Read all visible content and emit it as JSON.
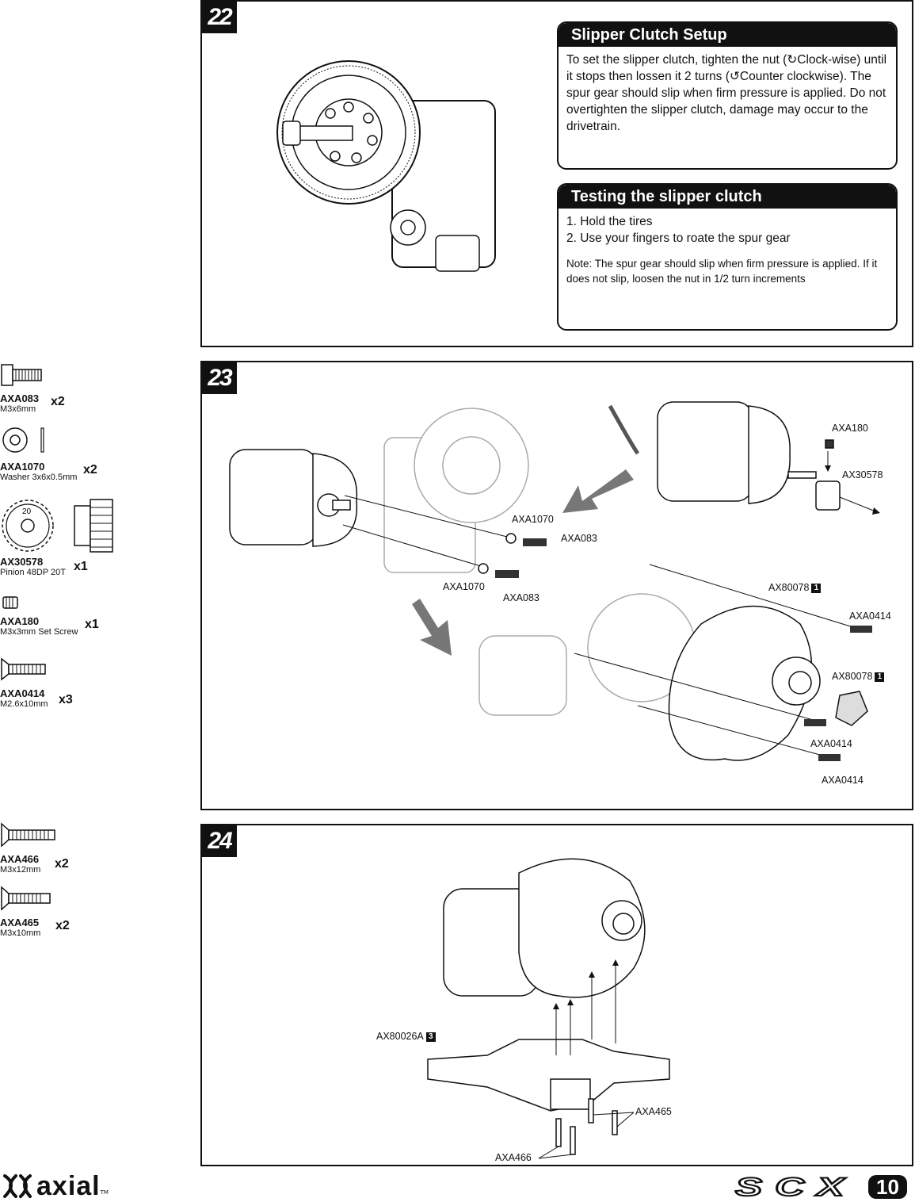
{
  "steps": {
    "s22": {
      "number": "22",
      "setup_title": "Slipper Clutch Setup",
      "setup_text": "To set the slipper clutch, tighten the nut (↻Clock-wise) until it stops then lossen it 2 turns (↺Counter clockwise).  The spur gear should slip when firm pressure is applied.  Do not overtighten the slipper clutch, damage may occur to the drivetrain.",
      "test_title": "Testing the slipper clutch",
      "test_steps": [
        "1. Hold the tires",
        "2. Use your fingers to roate the spur gear"
      ],
      "test_note": "Note: The spur gear should slip when firm pressure is applied.  If it does not slip, loosen the nut in 1/2 turn increments"
    },
    "s23": {
      "number": "23",
      "labels": {
        "axa180": "AXA180",
        "ax30578": "AX30578",
        "axa1070_a": "AXA1070",
        "axa083_a": "AXA083",
        "axa1070_b": "AXA1070",
        "axa083_b": "AXA083",
        "ax80078_a": "AX80078",
        "ax80078_a_num": "1",
        "axa0414_a": "AXA0414",
        "ax80078_b": "AX80078",
        "ax80078_b_num": "1",
        "axa0414_b": "AXA0414",
        "axa0414_c": "AXA0414"
      }
    },
    "s24": {
      "number": "24",
      "labels": {
        "ax80026a": "AX80026A",
        "ax80026a_num": "3",
        "axa465": "AXA465",
        "axa466": "AXA466"
      }
    }
  },
  "parts": {
    "p1": {
      "id": "AXA083",
      "desc": "M3x6mm",
      "qty": "x2"
    },
    "p2": {
      "id": "AXA1070",
      "desc": "Washer 3x6x0.5mm",
      "qty": "x2"
    },
    "p3": {
      "id": "AX30578",
      "desc": "Pinion 48DP 20T",
      "qty": "x1",
      "gear_label": "20"
    },
    "p4": {
      "id": "AXA180",
      "desc": "M3x3mm Set Screw",
      "qty": "x1"
    },
    "p5": {
      "id": "AXA0414",
      "desc": "M2.6x10mm",
      "qty": "x3"
    },
    "p6": {
      "id": "AXA466",
      "desc": "M3x12mm",
      "qty": "x2"
    },
    "p7": {
      "id": "AXA465",
      "desc": "M3x10mm",
      "qty": "x2"
    }
  },
  "footer": {
    "brand": "axial",
    "trademark": "TM",
    "model_prefix": "SCX",
    "model_number": "10"
  }
}
